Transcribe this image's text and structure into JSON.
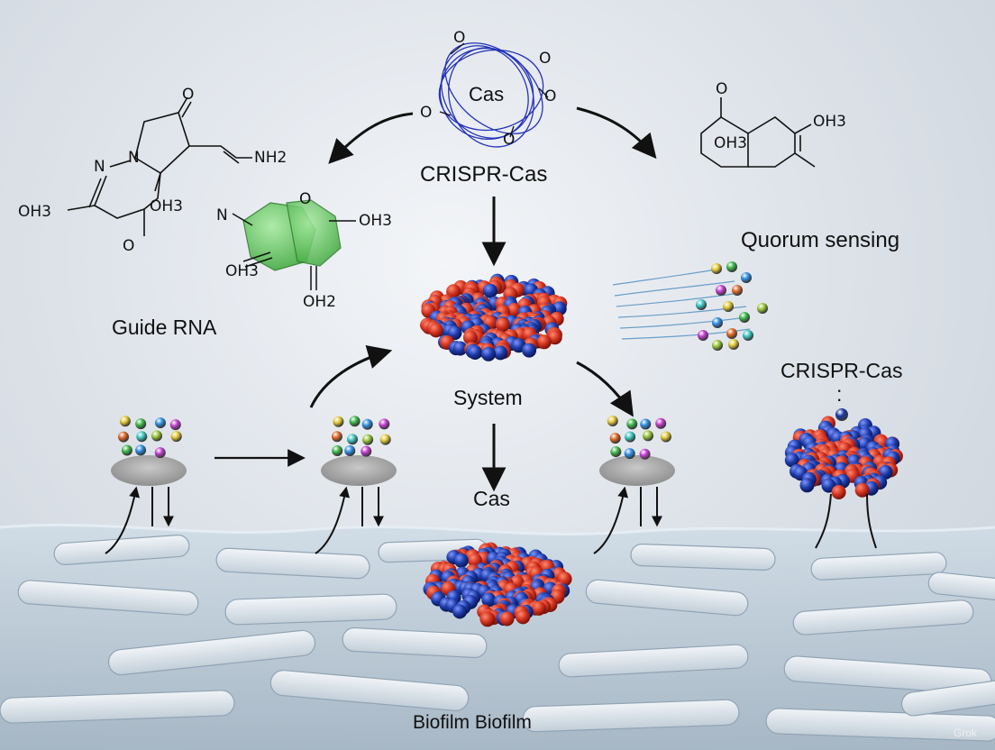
{
  "labels": {
    "cas_ring": "Cas",
    "crispr_top": "CRISPR-Cas",
    "guide_rna": "Guide RNA",
    "quorum": "Quorum sensing",
    "system": "System",
    "cas_mid": "Cas",
    "crispr_right": "CRISPR-Cas",
    "colon": ":",
    "biofilm": "Biofilm Biofilm"
  },
  "chem_text": {
    "o": "O",
    "nh2": "NH2",
    "n": "N",
    "oh3": "OH3",
    "oh2": "OH2"
  },
  "watermark": "Grok",
  "colors": {
    "background": "#dfe4ea",
    "sphere_red": "#d2321f",
    "sphere_blue": "#1c3aa6",
    "ring_blue": "#2333b8",
    "green_ring": "#4cc24a",
    "fibers": "#6a9ec8",
    "biofilm": "#aebdca"
  }
}
